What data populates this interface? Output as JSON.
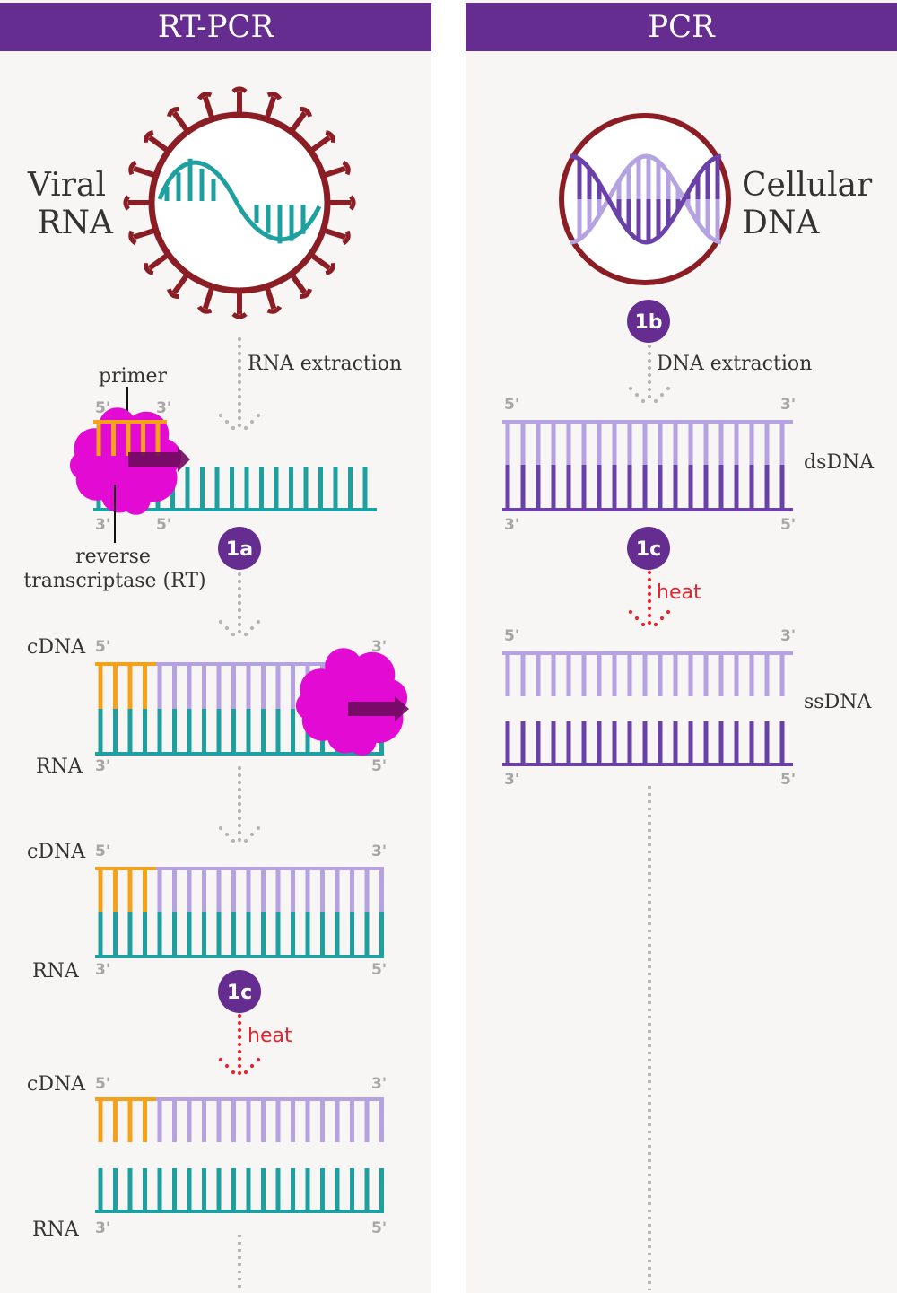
{
  "left": {
    "title": "RT-PCR",
    "viral_label": [
      "Viral",
      "RNA"
    ],
    "rna_extraction": "RNA extraction",
    "primer": "primer",
    "rt_label": [
      "reverse",
      "transcriptase (RT)"
    ],
    "step_1a": "1a",
    "step_1c": "1c",
    "heat": "heat",
    "cdna": "cDNA",
    "rna": "RNA",
    "five_prime": "5'",
    "three_prime": "3'"
  },
  "right": {
    "title": "PCR",
    "cellular_label": [
      "Cellular",
      "DNA"
    ],
    "dna_extraction": "DNA extraction",
    "step_1b": "1b",
    "step_1c": "1c",
    "heat": "heat",
    "dsdna": "dsDNA",
    "ssdna": "ssDNA",
    "five_prime": "5'",
    "three_prime": "3'"
  },
  "colors": {
    "header": "#662d91",
    "rna": "#1fa0a0",
    "cdna": "#b4a3e0",
    "primer": "#f5a11a",
    "dna_dark": "#6a41a8",
    "dna_light": "#b4a3e0",
    "virus": "#8b1e24",
    "enzyme": "#e30bd3",
    "heat": "#e5242e",
    "arrow_dots": "#b5b5b5"
  }
}
